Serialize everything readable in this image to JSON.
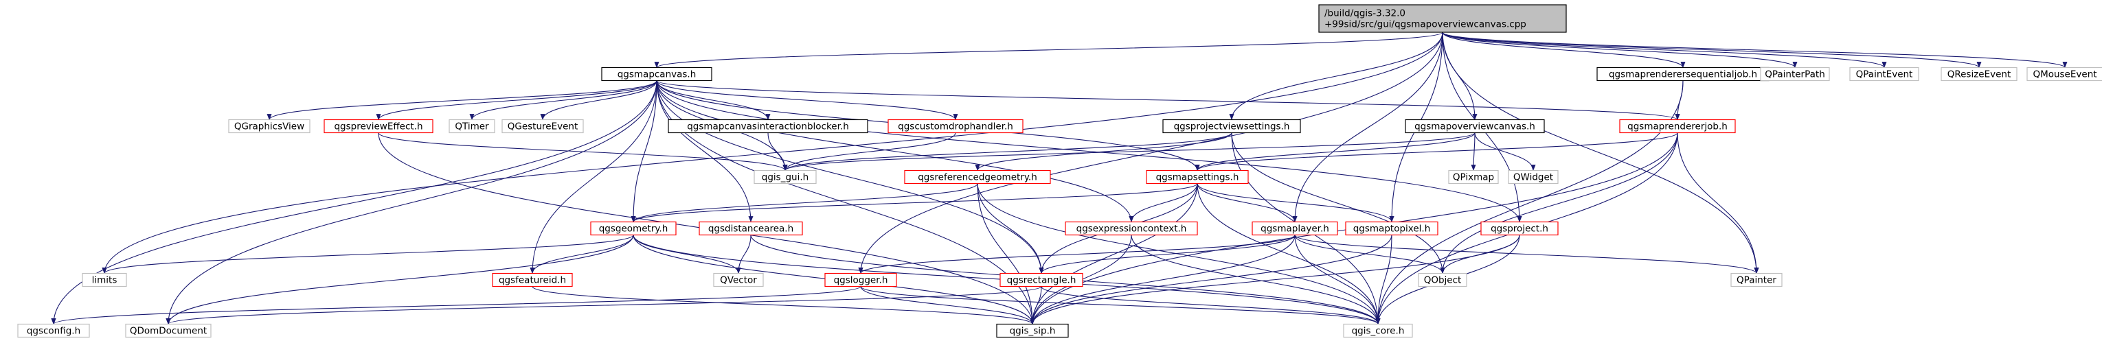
{
  "diagram": {
    "colors": {
      "edge": "#191970",
      "red_border": "#ff0000",
      "gray_border": "#bfbfbf",
      "black_border": "#000000",
      "root_fill": "#bfbfbf",
      "node_fill": "#ffffff"
    },
    "nodes": [
      {
        "id": "root",
        "lines": [
          "/build/qgis-3.32.0",
          "+99sid/src/gui/qgsmapoverviewcanvas.cpp"
        ],
        "style": "root"
      },
      {
        "id": "qgsmapcanvas",
        "lines": [
          "qgsmapcanvas.h"
        ],
        "style": "black"
      },
      {
        "id": "qgsmaprenderersequentialjob",
        "lines": [
          "qgsmaprenderersequentialjob.h"
        ],
        "style": "black"
      },
      {
        "id": "qpainterpath",
        "lines": [
          "QPainterPath"
        ],
        "style": "gray"
      },
      {
        "id": "qpaintevent",
        "lines": [
          "QPaintEvent"
        ],
        "style": "gray"
      },
      {
        "id": "qresizeevent",
        "lines": [
          "QResizeEvent"
        ],
        "style": "gray"
      },
      {
        "id": "qmouseevent",
        "lines": [
          "QMouseEvent"
        ],
        "style": "gray"
      },
      {
        "id": "qgraphicsview",
        "lines": [
          "QGraphicsView"
        ],
        "style": "gray"
      },
      {
        "id": "qgspreviewEffect",
        "lines": [
          "qgspreviewEffect.h"
        ],
        "style": "red"
      },
      {
        "id": "qtimer",
        "lines": [
          "QTimer"
        ],
        "style": "gray"
      },
      {
        "id": "qgestureevent",
        "lines": [
          "QGestureEvent"
        ],
        "style": "gray"
      },
      {
        "id": "qgsmapcanvasinteractionblocker",
        "lines": [
          "qgsmapcanvasinteractionblocker.h"
        ],
        "style": "black"
      },
      {
        "id": "qgscustomdrophandler",
        "lines": [
          "qgscustomdrophandler.h"
        ],
        "style": "red"
      },
      {
        "id": "qgsprojectviewsettings",
        "lines": [
          "qgsprojectviewsettings.h"
        ],
        "style": "black"
      },
      {
        "id": "qgsmapoverviewcanvas",
        "lines": [
          "qgsmapoverviewcanvas.h"
        ],
        "style": "black"
      },
      {
        "id": "qgsmaprendererjob",
        "lines": [
          "qgsmaprendererjob.h"
        ],
        "style": "red"
      },
      {
        "id": "qgis_gui",
        "lines": [
          "qgis_gui.h"
        ],
        "style": "gray"
      },
      {
        "id": "qgsreferencedgeometry",
        "lines": [
          "qgsreferencedgeometry.h"
        ],
        "style": "red"
      },
      {
        "id": "qgsmapsettings",
        "lines": [
          "qgsmapsettings.h"
        ],
        "style": "red"
      },
      {
        "id": "qpixmap",
        "lines": [
          "QPixmap"
        ],
        "style": "gray"
      },
      {
        "id": "qwidget",
        "lines": [
          "QWidget"
        ],
        "style": "gray"
      },
      {
        "id": "qgsgeometry",
        "lines": [
          "qgsgeometry.h"
        ],
        "style": "red"
      },
      {
        "id": "qgsdistancearea",
        "lines": [
          "qgsdistancearea.h"
        ],
        "style": "red"
      },
      {
        "id": "qgsexpressioncontext",
        "lines": [
          "qgsexpressioncontext.h"
        ],
        "style": "red"
      },
      {
        "id": "qgsmaplayer",
        "lines": [
          "qgsmaplayer.h"
        ],
        "style": "red"
      },
      {
        "id": "qgsmaptopixel",
        "lines": [
          "qgsmaptopixel.h"
        ],
        "style": "red"
      },
      {
        "id": "qgsproject",
        "lines": [
          "qgsproject.h"
        ],
        "style": "red"
      },
      {
        "id": "limits",
        "lines": [
          "limits"
        ],
        "style": "gray"
      },
      {
        "id": "qgsfeatureid",
        "lines": [
          "qgsfeatureid.h"
        ],
        "style": "red"
      },
      {
        "id": "qvector",
        "lines": [
          "QVector"
        ],
        "style": "gray"
      },
      {
        "id": "qgslogger",
        "lines": [
          "qgslogger.h"
        ],
        "style": "red"
      },
      {
        "id": "qgsrectangle",
        "lines": [
          "qgsrectangle.h"
        ],
        "style": "red"
      },
      {
        "id": "qobject",
        "lines": [
          "QObject"
        ],
        "style": "gray"
      },
      {
        "id": "qpainter",
        "lines": [
          "QPainter"
        ],
        "style": "gray"
      },
      {
        "id": "qgsconfig",
        "lines": [
          "qgsconfig.h"
        ],
        "style": "gray"
      },
      {
        "id": "qdomdocument",
        "lines": [
          "QDomDocument"
        ],
        "style": "gray"
      },
      {
        "id": "qgis_sip",
        "lines": [
          "qgis_sip.h"
        ],
        "style": "black"
      },
      {
        "id": "qgis_core",
        "lines": [
          "qgis_core.h"
        ],
        "style": "gray"
      }
    ],
    "edges": [
      [
        "root",
        "qgsmapcanvas"
      ],
      [
        "root",
        "qgsmaprenderersequentialjob"
      ],
      [
        "root",
        "qpainterpath"
      ],
      [
        "root",
        "qpaintevent"
      ],
      [
        "root",
        "qresizeevent"
      ],
      [
        "root",
        "qmouseevent"
      ],
      [
        "root",
        "qgsmapoverviewcanvas"
      ],
      [
        "root",
        "qgsprojectviewsettings"
      ],
      [
        "root",
        "qgsmaplayer"
      ],
      [
        "root",
        "qgsmaptopixel"
      ],
      [
        "root",
        "qgsproject"
      ],
      [
        "root",
        "qpainter"
      ],
      [
        "root",
        "limits"
      ],
      [
        "root",
        "qgslogger"
      ],
      [
        "qgsmapcanvas",
        "qgraphicsview"
      ],
      [
        "qgsmapcanvas",
        "qgspreviewEffect"
      ],
      [
        "qgsmapcanvas",
        "qtimer"
      ],
      [
        "qgsmapcanvas",
        "qgestureevent"
      ],
      [
        "qgsmapcanvas",
        "qgsmapcanvasinteractionblocker"
      ],
      [
        "qgsmapcanvas",
        "qgscustomdrophandler"
      ],
      [
        "qgsmapcanvas",
        "qgsmaprendererjob"
      ],
      [
        "qgsmapcanvas",
        "qgis_gui"
      ],
      [
        "qgsmapcanvas",
        "qgsmapsettings"
      ],
      [
        "qgsmapcanvas",
        "qgsgeometry"
      ],
      [
        "qgsmapcanvas",
        "qgsdistancearea"
      ],
      [
        "qgsmapcanvas",
        "qgsexpressioncontext"
      ],
      [
        "qgsmapcanvas",
        "qgsrectangle"
      ],
      [
        "qgsmapcanvas",
        "qgsfeatureid"
      ],
      [
        "qgsmapcanvas",
        "qgsconfig"
      ],
      [
        "qgsmapcanvas",
        "qdomdocument"
      ],
      [
        "qgsmapcanvas",
        "qgis_sip"
      ],
      [
        "qgsmapcanvas",
        "qgsproject"
      ],
      [
        "qgsmaprenderersequentialjob",
        "qgsmaprendererjob"
      ],
      [
        "qgsmaprenderersequentialjob",
        "qgis_core"
      ],
      [
        "qgspreviewEffect",
        "qgis_gui"
      ],
      [
        "qgspreviewEffect",
        "qgis_sip"
      ],
      [
        "qgsmapcanvasinteractionblocker",
        "qgis_gui"
      ],
      [
        "qgscustomdrophandler",
        "qgis_gui"
      ],
      [
        "qgsprojectviewsettings",
        "qgsreferencedgeometry"
      ],
      [
        "qgsprojectviewsettings",
        "qgis_core"
      ],
      [
        "qgsprojectviewsettings",
        "qobject"
      ],
      [
        "qgsprojectviewsettings",
        "qgis_gui"
      ],
      [
        "qgsmapoverviewcanvas",
        "qgis_gui"
      ],
      [
        "qgsmapoverviewcanvas",
        "qpixmap"
      ],
      [
        "qgsmapoverviewcanvas",
        "qwidget"
      ],
      [
        "qgsmapoverviewcanvas",
        "qgsmapsettings"
      ],
      [
        "qgsmaprendererjob",
        "qgsmapsettings"
      ],
      [
        "qgsmaprendererjob",
        "qpainter"
      ],
      [
        "qgsmaprendererjob",
        "qobject"
      ],
      [
        "qgsmaprendererjob",
        "qgis_core"
      ],
      [
        "qgsmaprendererjob",
        "qgis_sip"
      ],
      [
        "qgsreferencedgeometry",
        "qgsgeometry"
      ],
      [
        "qgsreferencedgeometry",
        "qgsrectangle"
      ],
      [
        "qgsreferencedgeometry",
        "qgis_core"
      ],
      [
        "qgsreferencedgeometry",
        "qgis_sip"
      ],
      [
        "qgsmapsettings",
        "qgsgeometry"
      ],
      [
        "qgsmapsettings",
        "qgsexpressioncontext"
      ],
      [
        "qgsmapsettings",
        "qgsmaplayer"
      ],
      [
        "qgsmapsettings",
        "qgsmaptopixel"
      ],
      [
        "qgsmapsettings",
        "qgsrectangle"
      ],
      [
        "qgsmapsettings",
        "qgis_core"
      ],
      [
        "qgsmapsettings",
        "qgis_sip"
      ],
      [
        "qgsgeometry",
        "limits"
      ],
      [
        "qgsgeometry",
        "qgsfeatureid"
      ],
      [
        "qgsgeometry",
        "qvector"
      ],
      [
        "qgsgeometry",
        "qdomdocument"
      ],
      [
        "qgsgeometry",
        "qgis_core"
      ],
      [
        "qgsgeometry",
        "qgis_sip"
      ],
      [
        "qgsdistancearea",
        "qvector"
      ],
      [
        "qgsdistancearea",
        "qgis_core"
      ],
      [
        "qgsexpressioncontext",
        "qgis_core"
      ],
      [
        "qgsexpressioncontext",
        "qgis_sip"
      ],
      [
        "qgsmaplayer",
        "qgsrectangle"
      ],
      [
        "qgsmaplayer",
        "qobject"
      ],
      [
        "qgsmaplayer",
        "qpainter"
      ],
      [
        "qgsmaplayer",
        "qgis_core"
      ],
      [
        "qgsmaplayer",
        "qgis_sip"
      ],
      [
        "qgsmaplayer",
        "qgslogger"
      ],
      [
        "qgsmaptopixel",
        "qgis_core"
      ],
      [
        "qgsmaptopixel",
        "qgis_sip"
      ],
      [
        "qgsproject",
        "qobject"
      ],
      [
        "qgsproject",
        "qgis_core"
      ],
      [
        "qgsproject",
        "qgis_sip"
      ],
      [
        "qgsfeatureid",
        "qgis_sip"
      ],
      [
        "qgslogger",
        "qgsconfig"
      ],
      [
        "qgslogger",
        "qgis_core"
      ],
      [
        "qgslogger",
        "qgis_sip"
      ],
      [
        "qgsrectangle",
        "qgis_core"
      ],
      [
        "qgsrectangle",
        "qgis_sip"
      ],
      [
        "qgsrectangle",
        "qdomdocument"
      ]
    ]
  }
}
